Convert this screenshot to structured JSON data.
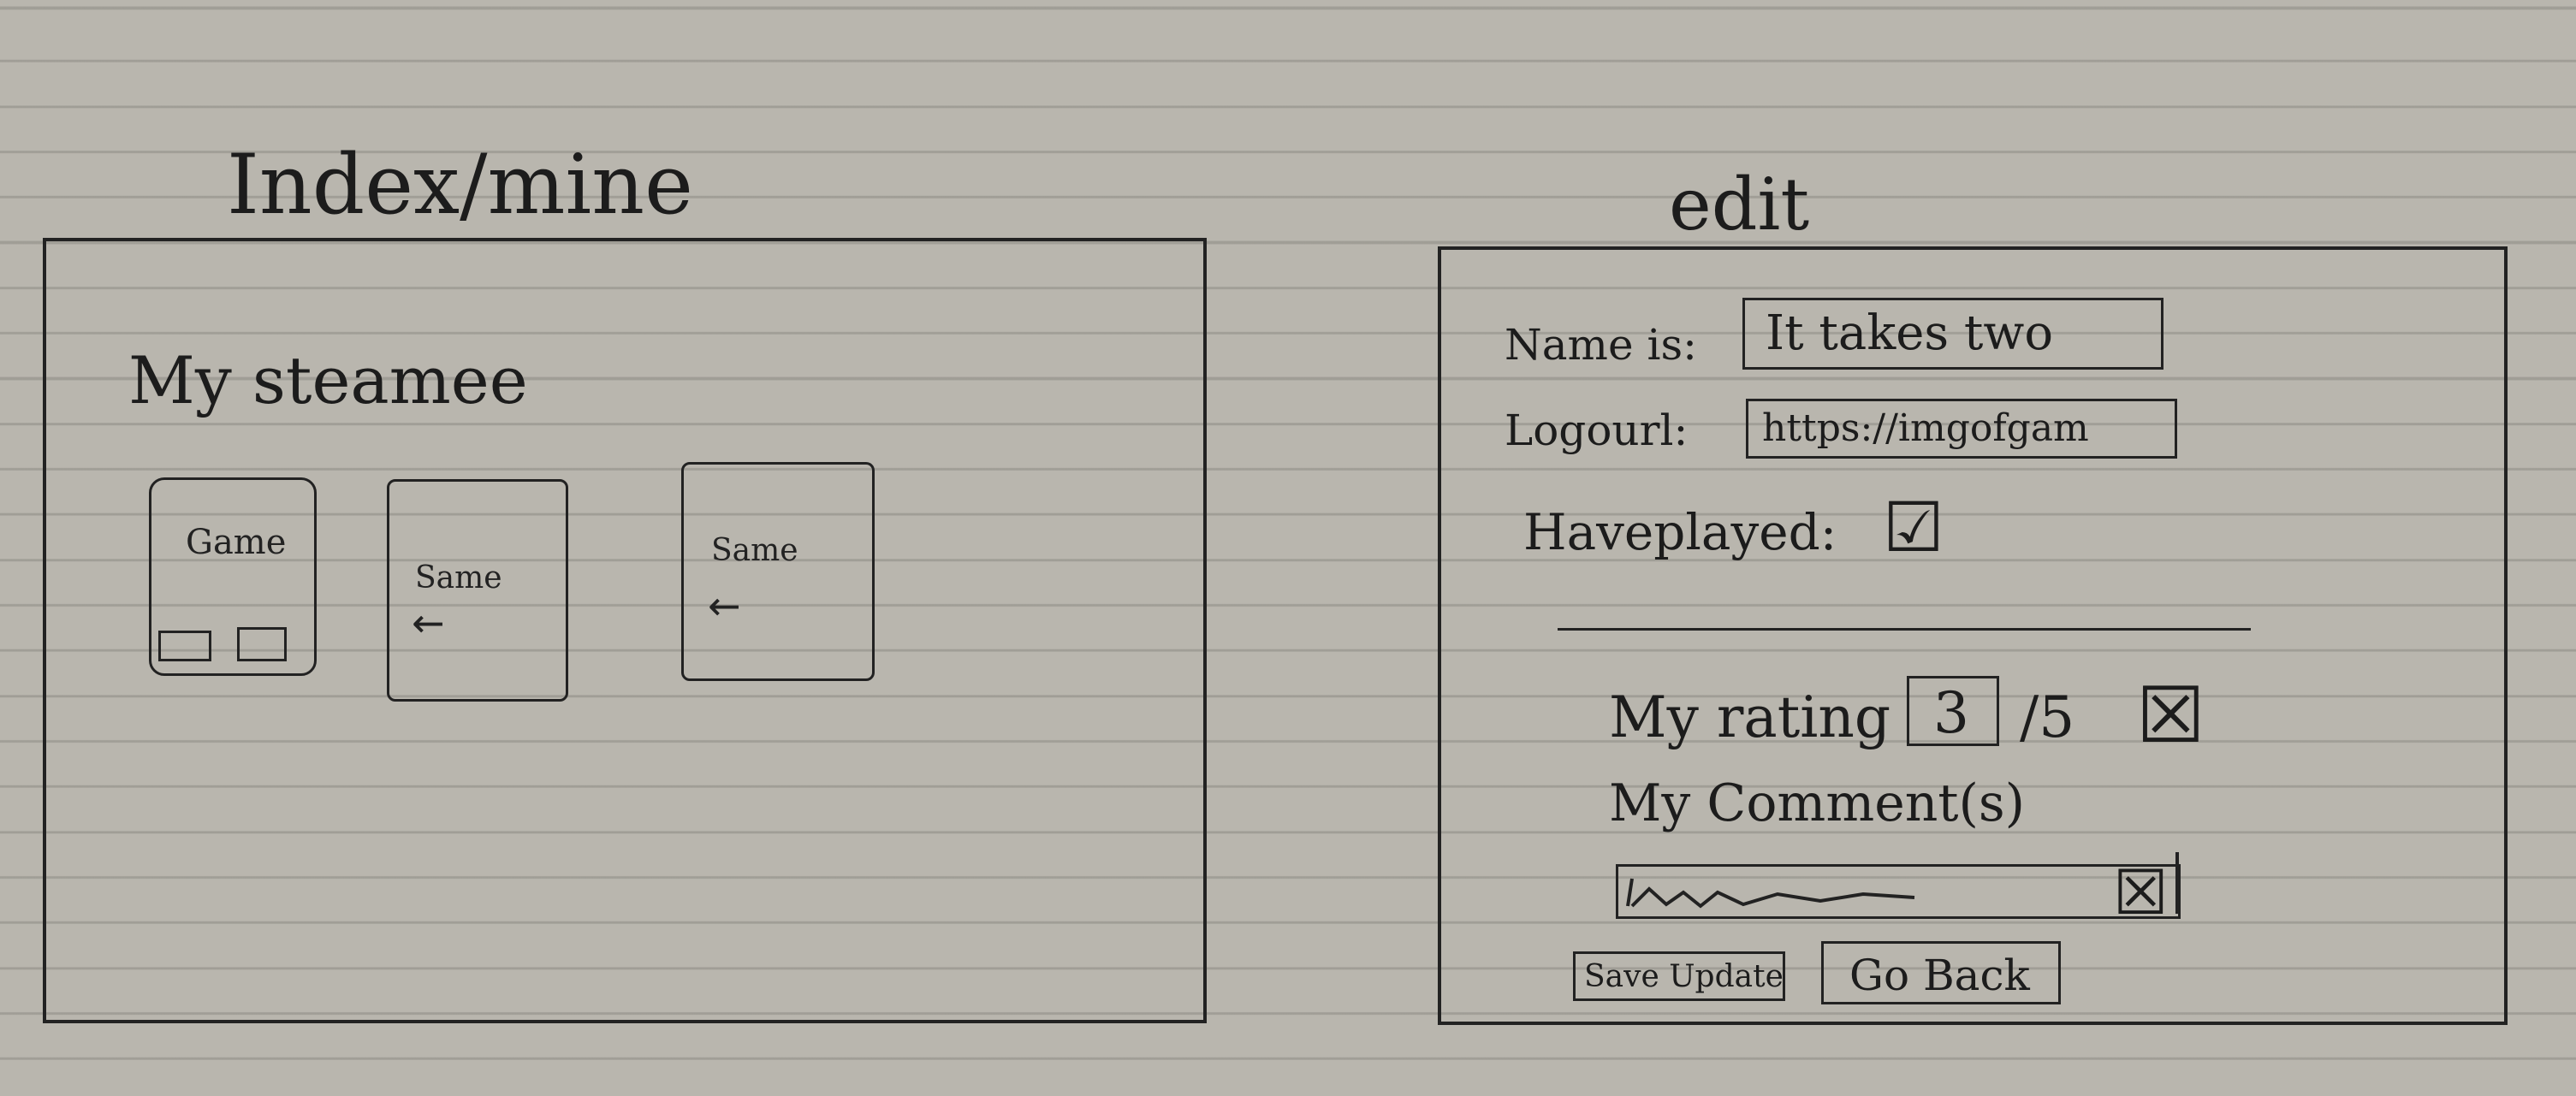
{
  "index": {
    "title": "Index/mine",
    "heading": "My steamee",
    "cards": [
      {
        "label": "Game",
        "icons": [
          "pencil-icon",
          "notebook-icon"
        ]
      },
      {
        "label": "Same",
        "arrow": "←"
      },
      {
        "label": "Same",
        "arrow": "←"
      }
    ]
  },
  "edit": {
    "title": "edit",
    "name_label": "Name is:",
    "name_value": "It takes two",
    "logo_label": "Logourl:",
    "logo_value": "https://imgofgam",
    "played_label": "Haveplayed:",
    "played_checked": true,
    "played_mark": "☑",
    "rating_label": "My rating",
    "rating_value": "3",
    "rating_suffix": "/5",
    "rating_delete": "☒",
    "comment_label": "My Comment(s)",
    "comment_delete": "☒",
    "save_button": "Save Update",
    "back_button": "Go Back"
  }
}
